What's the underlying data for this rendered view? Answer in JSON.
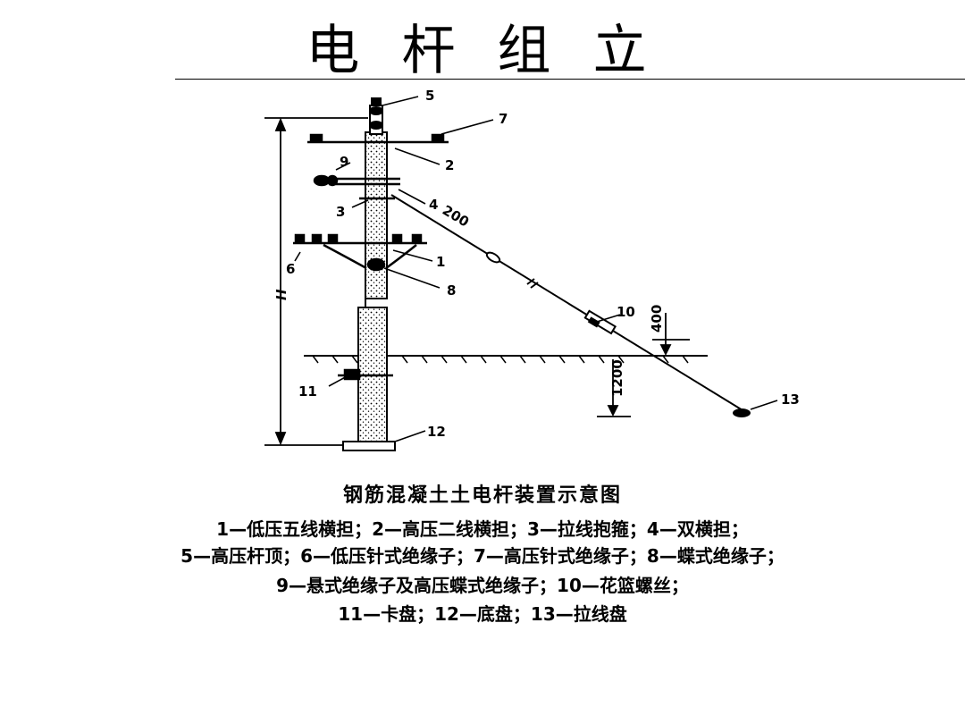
{
  "title": "电 杆 组 立",
  "diagram": {
    "labels": {
      "n1": "1",
      "n2": "2",
      "n3": "3",
      "n4": "4",
      "n5": "5",
      "n6": "6",
      "n7": "7",
      "n8": "8",
      "n9": "9",
      "n10": "10",
      "n11": "11",
      "n12": "12",
      "n13": "13",
      "n200": "200",
      "n400": "400",
      "n1200": "1200",
      "height": "H"
    }
  },
  "caption": {
    "title": "钢筋混凝土土电杆装置示意图",
    "line1": "1—低压五线横担；2—高压二线横担；3—拉线抱箍；4—双横担；",
    "line2": "5—高压杆顶；6—低压针式绝缘子；7—高压针式绝缘子；8—蝶式绝缘子；",
    "line3": "9—悬式绝缘子及高压蝶式绝缘子；10—花篮螺丝；",
    "line4": "11—卡盘；12—底盘；13—拉线盘"
  }
}
